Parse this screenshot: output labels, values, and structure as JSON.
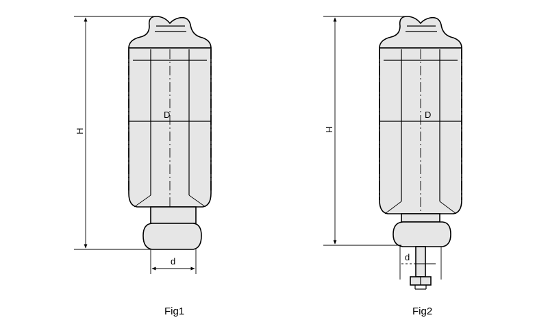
{
  "figures": [
    {
      "id": "fig1",
      "caption": "Fig1",
      "height_label": "H",
      "diameter_label": "D",
      "base_label": "d"
    },
    {
      "id": "fig2",
      "caption": "Fig2",
      "height_label": "H",
      "diameter_label": "D",
      "base_label": "d"
    }
  ]
}
